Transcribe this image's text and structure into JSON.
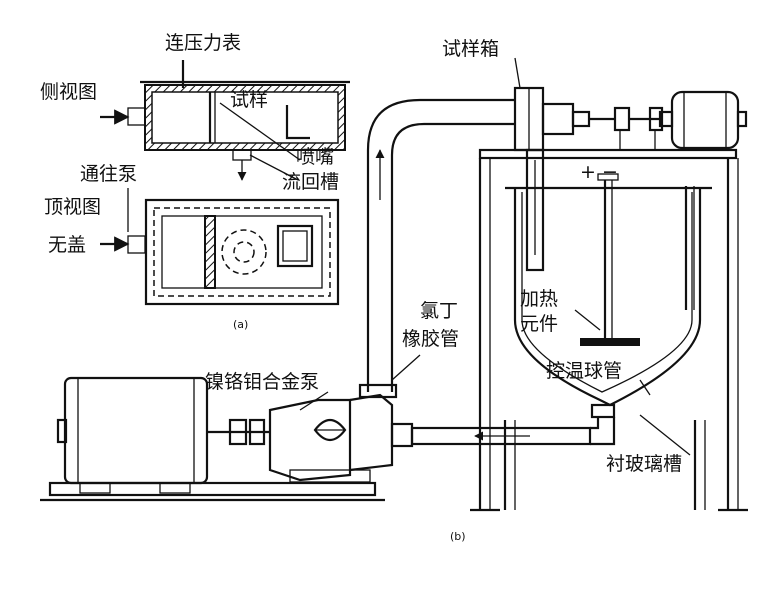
{
  "labels": {
    "pressure_gauge": "连压力表",
    "side_view": "侧视图",
    "specimen": "试样",
    "nozzle": "喷嘴",
    "return_tank": "流回槽",
    "to_pump": "通往泵",
    "top_view": "顶视图",
    "no_lid": "无盖",
    "sub_a": "(a)",
    "specimen_box": "试样箱",
    "neoprene_hose_1": "氯丁",
    "neoprene_hose_2": "橡胶管",
    "heating_element_1": "加热",
    "heating_element_2": "元件",
    "temp_bulb": "控温球管",
    "glass_lined_tank": "衬玻璃槽",
    "pump": "镍铬钼合金泵",
    "sub_b": "(b)",
    "plus_minus": "+ −"
  }
}
